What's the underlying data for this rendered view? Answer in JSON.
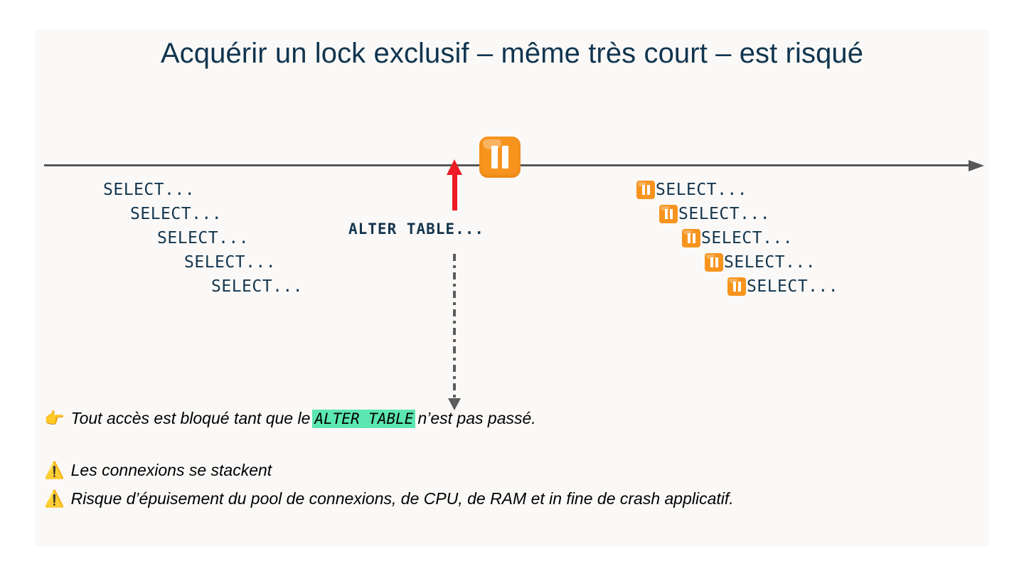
{
  "slide": {
    "title": "Acquérir un lock exclusif – même très court – est risqué",
    "background_color": "#fbf9f7"
  },
  "timeline": {
    "name": "timeline-axis",
    "line_color": "#575757",
    "arrow_direction": "right"
  },
  "blocking_event": {
    "pause_icon_name": "pause-icon",
    "pause_color": "#f7941e",
    "arrow_color": "#ee1c25",
    "label": "ALTER TABLE...",
    "label_color": "#13354e"
  },
  "queries_before": {
    "label": "queries-running-before-lock",
    "text_color": "#13354e",
    "rows": [
      {
        "indent": 0,
        "text": "SELECT...",
        "blocked": false
      },
      {
        "indent": 1,
        "text": "SELECT...",
        "blocked": false
      },
      {
        "indent": 2,
        "text": "SELECT...",
        "blocked": false
      },
      {
        "indent": 3,
        "text": "SELECT...",
        "blocked": false
      },
      {
        "indent": 4,
        "text": "SELECT...",
        "blocked": false
      }
    ]
  },
  "queries_blocked": {
    "label": "queries-blocked-after-lock",
    "text_color": "#13354e",
    "rows": [
      {
        "indent": 0,
        "text": "SELECT...",
        "blocked": true
      },
      {
        "indent": 1,
        "text": "SELECT...",
        "blocked": true
      },
      {
        "indent": 2,
        "text": "SELECT...",
        "blocked": true
      },
      {
        "indent": 3,
        "text": "SELECT...",
        "blocked": true
      },
      {
        "indent": 4,
        "text": "SELECT...",
        "blocked": true
      }
    ]
  },
  "notes": [
    {
      "emoji": "👉",
      "emoji_name": "pointing-finger-icon",
      "before": "Tout accès est bloqué tant que le",
      "code": "ALTER  TABLE",
      "after": "n’est pas passé.",
      "highlight_color": "#5ce6b0"
    },
    {
      "emoji": "⚠️",
      "emoji_name": "warning-triangle-icon",
      "text": "Les connexions se stackent"
    },
    {
      "emoji": "⚠️",
      "emoji_name": "warning-triangle-icon",
      "text": "Risque d’épuisement du pool de connexions, de CPU, de RAM et in fine de crash applicatif."
    }
  ]
}
